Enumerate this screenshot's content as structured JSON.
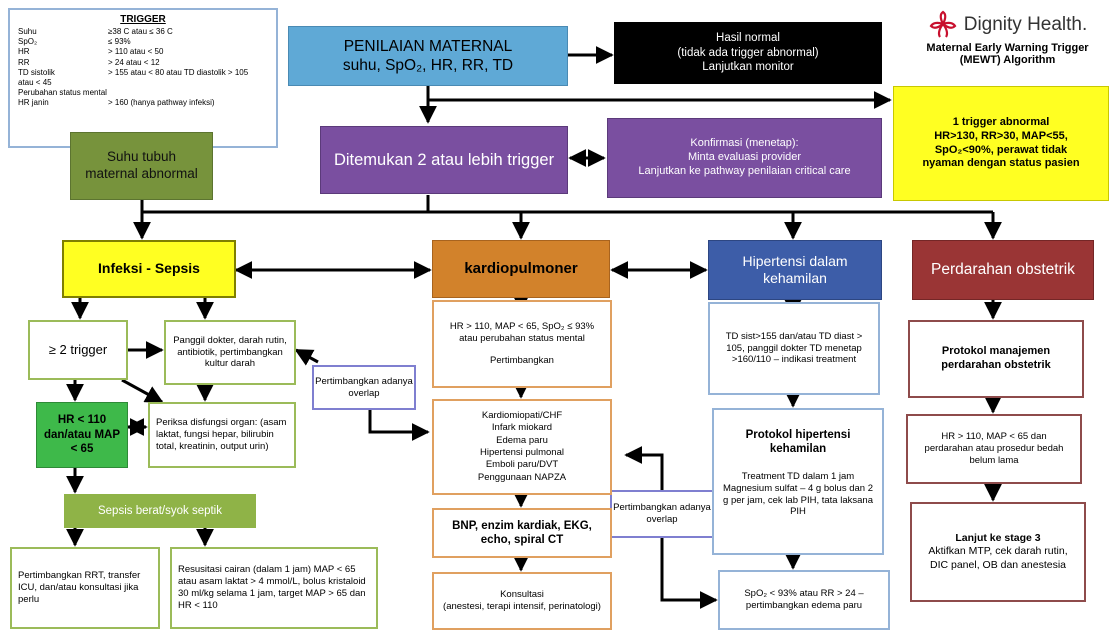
{
  "legend": {
    "title": "TRIGGER",
    "rows": [
      {
        "k": "Suhu",
        "v": "≥38 C atau ≤ 36 C"
      },
      {
        "k": "SpO₂",
        "v": "≤ 93%"
      },
      {
        "k": "HR",
        "v": "> 110 atau < 50"
      },
      {
        "k": "RR",
        "v": "> 24 atau < 12"
      },
      {
        "k": "TD sistolik",
        "v": "> 155 atau < 80 atau TD diastolik > 105"
      }
    ],
    "row5b": "atau < 45",
    "row6": "Perubahan status mental",
    "row7": {
      "k": "HR janin",
      "v": "> 160 (hanya pathway infeksi)"
    }
  },
  "logo": {
    "brand": "Dignity Health.",
    "subtitle1": "Maternal Early Warning Trigger",
    "subtitle2": "(MEWT) Algorithm"
  },
  "top": {
    "assessment_line1": "PENILAIAN MATERNAL",
    "assessment_line2": "suhu, SpO₂, HR, RR, TD",
    "normal_line1": "Hasil normal",
    "normal_line2": "(tidak ada trigger abnormal)",
    "normal_line3": "Lanjutkan monitor",
    "one_trigger_line1": "1 trigger abnormal",
    "one_trigger_line2": "HR>130, RR>30, MAP<55,",
    "one_trigger_line3": "SpO₂<90%, perawat tidak",
    "one_trigger_line4": "nyaman dengan status pasien",
    "temp": "Suhu tubuh maternal abnormal",
    "two_triggers": "Ditemukan 2 atau lebih trigger",
    "confirm_line1": "Konfirmasi (menetap):",
    "confirm_line2": "Minta evaluasi provider",
    "confirm_line3": "Lanjutkan ke pathway penilaian critical care"
  },
  "categories": {
    "infection": "Infeksi - Sepsis",
    "cardio": "kardiopulmoner",
    "hypertension": "Hipertensi dalam kehamilan",
    "hemorrhage": "Perdarahan obstetrik"
  },
  "infection": {
    "ge2": "≥ 2 trigger",
    "call": "Panggil dokter, darah rutin, antibiotik, pertimbangkan kultur darah",
    "hr_map": "HR < 110 dan/atau MAP < 65",
    "organ": "Periksa disfungsi organ: (asam laktat, fungsi hepar, bilirubin total, kreatinin, output urin)",
    "severe": "Sepsis berat/syok septik",
    "rrt": "Pertimbangkan RRT, transfer ICU, dan/atau konsultasi jika perlu",
    "resus": "Resusitasi cairan (dalam 1 jam) MAP < 65 atau asam laktat > 4 mmol/L, bolus kristaloid 30 ml/kg selama 1 jam, target MAP > 65 dan HR < 110"
  },
  "overlap1": "Pertimbangkan adanya overlap",
  "overlap2": "Pertimbangkan adanya overlap",
  "cardio": {
    "criteria": "HR > 110, MAP < 65, SpO₂ ≤ 93% atau perubahan status mental",
    "consider": "Pertimbangkan",
    "list": [
      "Kardiomiopati/CHF",
      "Infark miokard",
      "Edema paru",
      "Hipertensi pulmonal",
      "Emboli paru/DVT",
      "Penggunaan NAPZA"
    ],
    "tests": "BNP, enzim kardiak, EKG, echo, spiral CT",
    "consult_line1": "Konsultasi",
    "consult_line2": "(anestesi, terapi intensif, perinatologi)"
  },
  "hypertension": {
    "criteria": "TD sist>155 dan/atau TD diast > 105, panggil dokter TD menetap >160/110 – indikasi treatment",
    "protocol_title": "Protokol hipertensi kehamilan",
    "protocol_text": "Treatment TD dalam 1 jam Magnesium sulfat – 4 g bolus dan 2 g per jam, cek lab PIH, tata laksana PIH",
    "spo2": "SpO₂ < 93% atau RR > 24 – pertimbangkan edema paru"
  },
  "hemorrhage": {
    "protocol": "Protokol manajemen perdarahan obstetrik",
    "criteria": "HR > 110, MAP < 65 dan perdarahan atau prosedur bedah belum lama",
    "stage3_title": "Lanjut ke stage 3",
    "stage3_text": "Aktifkan MTP, cek darah rutin, DIC panel, OB dan anestesia"
  },
  "colors": {
    "assessment": "#5fa9d6",
    "purple": "#7a4fa0",
    "yellow": "#ffff22",
    "green": "#77933c",
    "orange": "#d2822b",
    "navy": "#3d5da8",
    "red": "#9a3535",
    "logo_red": "#c8102e"
  }
}
